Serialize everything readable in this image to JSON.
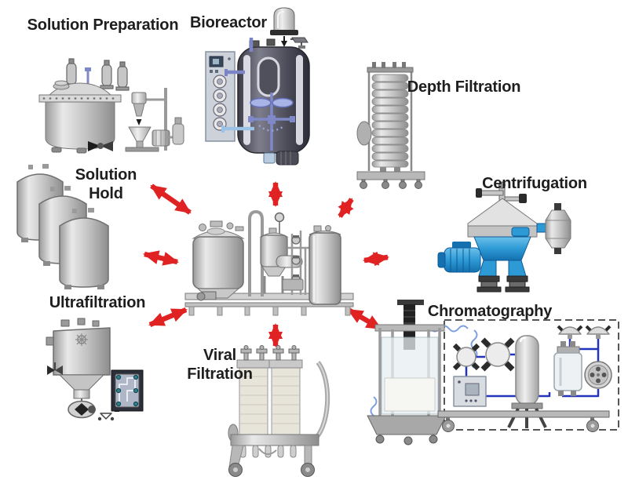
{
  "diagram": {
    "type": "process-workflow",
    "arrow_color": "#e02222",
    "label_color": "#1e1e1e",
    "connection_style": "double-headed radial arrows",
    "connection_count": 8,
    "center": {
      "icon": "process-skid-illustration"
    },
    "steps": [
      {
        "id": "solution-preparation",
        "label": "Solution Preparation",
        "icon": "mixing-tank-with-filters-icon",
        "position": "top-left"
      },
      {
        "id": "bioreactor",
        "label": "Bioreactor",
        "icon": "bioreactor-tank-with-control-cabinet-icon",
        "position": "top-center"
      },
      {
        "id": "depth-filtration",
        "label": "Depth Filtration",
        "icon": "stacked-disc-filter-column-icon",
        "position": "top-right"
      },
      {
        "id": "centrifugation",
        "label": "Centrifugation",
        "icon": "disc-stack-centrifuge-icon",
        "position": "right"
      },
      {
        "id": "chromatography",
        "label": "Chromatography",
        "icon": "chromatography-skid-icon",
        "position": "bottom-right"
      },
      {
        "id": "viral-filtration",
        "label": "Viral Filtration",
        "icon": "filter-cart-icon",
        "position": "bottom-center"
      },
      {
        "id": "ultrafiltration",
        "label": "Ultrafiltration",
        "icon": "uf-tank-and-cassette-icon",
        "position": "bottom-left"
      },
      {
        "id": "solution-hold",
        "label": "Solution Hold",
        "icon": "three-hold-tanks-icon",
        "position": "left"
      }
    ]
  }
}
